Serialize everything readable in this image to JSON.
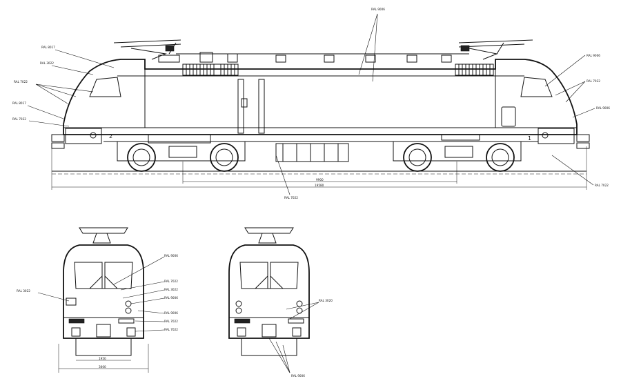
{
  "side_view": {
    "end_numbers": [
      "2",
      "1"
    ],
    "dimensions": [
      "9900",
      "19580"
    ]
  },
  "callouts": {
    "top_roof": "RAL 9006",
    "side_left_1": "RAL 8017",
    "side_left_2": "RAL 3022",
    "side_left_3": "RAL 7022",
    "side_left_4": "RAL 8017",
    "side_left_5": "RAL 7022",
    "side_right_1": "RAL 9006",
    "side_right_2": "RAL 7022",
    "side_right_3": "RAL 9006",
    "side_right_4": "RAL 7022",
    "bogie_bottom": "RAL 7022",
    "front_a_1": "RAL 9006",
    "front_a_2": "RAL 7022",
    "front_a_3": "RAL 3022",
    "front_a_4": "RAL 9006",
    "front_a_5": "RAL 9006",
    "front_a_6": "RAL 7022",
    "front_a_7": "RAL 7022",
    "front_a_left": "RAL 3022",
    "front_b_1": "RAL 3020",
    "front_b_2": "RAL 9006"
  },
  "front_view_a": {
    "dimensions": [
      "1950",
      "3000"
    ]
  }
}
